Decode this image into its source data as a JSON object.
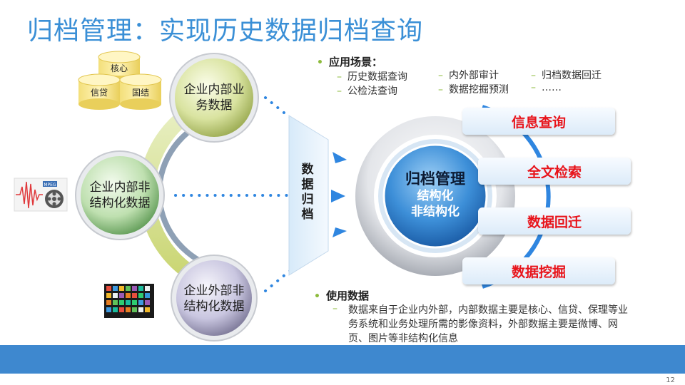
{
  "title": "归档管理：实现历史数据归档查询",
  "scenarios": {
    "heading": "应用场景：",
    "items": [
      "历史数据查询",
      "公检法查询",
      "内外部审计",
      "数据挖掘预测",
      "归档数据回迁",
      "……"
    ]
  },
  "usage": {
    "heading": "使用数据",
    "text": "数据来自于企业内外部，内部数据主要是核心、信贷、保理等业务系统和业务处理所需的影像资料，外部数据主要是微博、网页、图片等非结构化信息"
  },
  "databases": [
    "核心",
    "信贷",
    "国结"
  ],
  "sources": {
    "internal_business": [
      "企业内部业",
      "务数据"
    ],
    "internal_unstructured": [
      "企业内部非",
      "结构化数据"
    ],
    "external_unstructured": [
      "企业外部非",
      "结构化数据"
    ]
  },
  "media_badge": "MPEG",
  "archive_label": [
    "数",
    "据",
    "归",
    "档"
  ],
  "center": {
    "title": "归档管理",
    "line1": "结构化",
    "line2": "非结构化"
  },
  "functions": [
    "信息查询",
    "全文检索",
    "数据回迁",
    "数据挖掘"
  ],
  "page_number": "12",
  "colors": {
    "title": "#3a8fd6",
    "accent_green": "#8dbb3c",
    "function_text": "#e8141b",
    "footer": "#3e88cf",
    "arrow": "#2f86e0"
  }
}
